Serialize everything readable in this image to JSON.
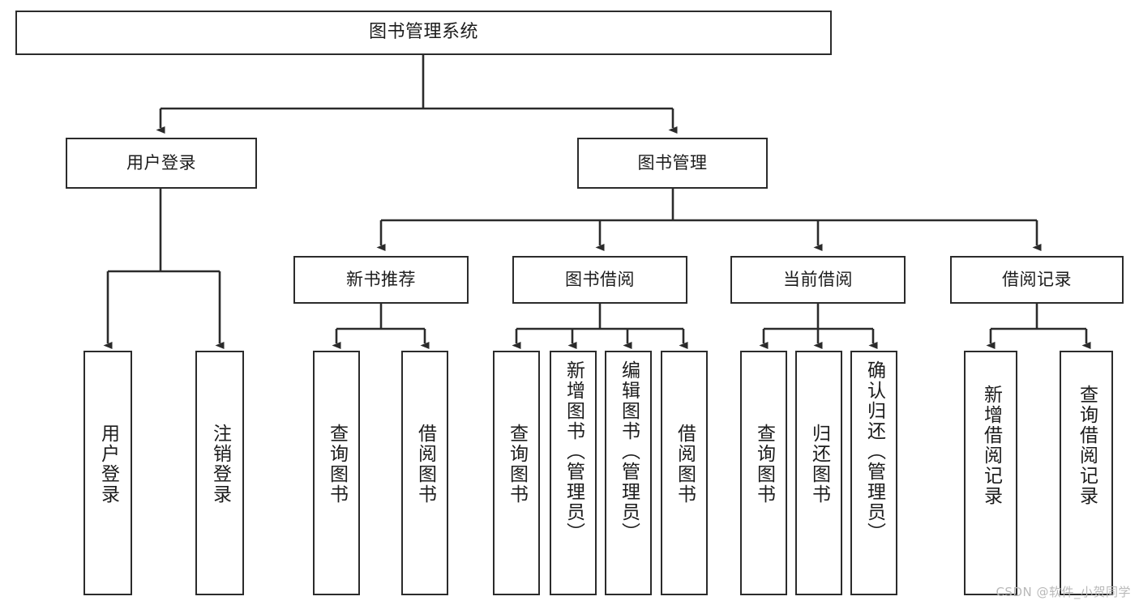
{
  "diagram": {
    "title": "图书管理系统",
    "type": "tree-hierarchy-diagram",
    "watermark": "CSDN @软件_小贺同学",
    "colors": {
      "background": "#ffffff",
      "box_border": "#2b2b2b",
      "box_fill": "#ffffff",
      "text": "#1c1c1c",
      "connector": "#2b2b2b",
      "watermark": "#b9b9b9"
    },
    "levels": {
      "root": "图书管理系统",
      "level2": [
        "用户登录",
        "图书管理"
      ],
      "level3": [
        "新书推荐",
        "图书借阅",
        "当前借阅",
        "借阅记录"
      ]
    },
    "nodes": {
      "root": {
        "label": "图书管理系统"
      },
      "user_login": {
        "label": "用户登录"
      },
      "book_manage": {
        "label": "图书管理"
      },
      "new_book_rec": {
        "label": "新书推荐"
      },
      "book_borrow": {
        "label": "图书借阅"
      },
      "current_borrow": {
        "label": "当前借阅"
      },
      "borrow_record": {
        "label": "借阅记录"
      },
      "leaf_user_login": {
        "label": "用户登录"
      },
      "leaf_logout": {
        "label": "注销登录"
      },
      "leaf_query_book_1": {
        "label": "查询图书"
      },
      "leaf_borrow_book_1": {
        "label": "借阅图书"
      },
      "leaf_query_book_2": {
        "label": "查询图书"
      },
      "leaf_add_book_admin": {
        "label": "新增图书（管理员）"
      },
      "leaf_edit_book_admin": {
        "label": "编辑图书（管理员）"
      },
      "leaf_borrow_book_2": {
        "label": "借阅图书"
      },
      "leaf_query_book_3": {
        "label": "查询图书"
      },
      "leaf_return_book": {
        "label": "归还图书"
      },
      "leaf_confirm_return_admin": {
        "label": "确认归还（管理员）"
      },
      "leaf_add_borrow_record": {
        "label": "新增借阅记录"
      },
      "leaf_query_borrow_record": {
        "label": "查询借阅记录"
      }
    },
    "edges": [
      {
        "from": "root",
        "to": "user_login"
      },
      {
        "from": "root",
        "to": "book_manage"
      },
      {
        "from": "user_login",
        "to": "leaf_user_login"
      },
      {
        "from": "user_login",
        "to": "leaf_logout"
      },
      {
        "from": "book_manage",
        "to": "new_book_rec"
      },
      {
        "from": "book_manage",
        "to": "book_borrow"
      },
      {
        "from": "book_manage",
        "to": "current_borrow"
      },
      {
        "from": "book_manage",
        "to": "borrow_record"
      },
      {
        "from": "new_book_rec",
        "to": "leaf_query_book_1"
      },
      {
        "from": "new_book_rec",
        "to": "leaf_borrow_book_1"
      },
      {
        "from": "book_borrow",
        "to": "leaf_query_book_2"
      },
      {
        "from": "book_borrow",
        "to": "leaf_add_book_admin"
      },
      {
        "from": "book_borrow",
        "to": "leaf_edit_book_admin"
      },
      {
        "from": "book_borrow",
        "to": "leaf_borrow_book_2"
      },
      {
        "from": "current_borrow",
        "to": "leaf_query_book_3"
      },
      {
        "from": "current_borrow",
        "to": "leaf_return_book"
      },
      {
        "from": "current_borrow",
        "to": "leaf_confirm_return_admin"
      },
      {
        "from": "borrow_record",
        "to": "leaf_add_borrow_record"
      },
      {
        "from": "borrow_record",
        "to": "leaf_query_borrow_record"
      }
    ]
  }
}
